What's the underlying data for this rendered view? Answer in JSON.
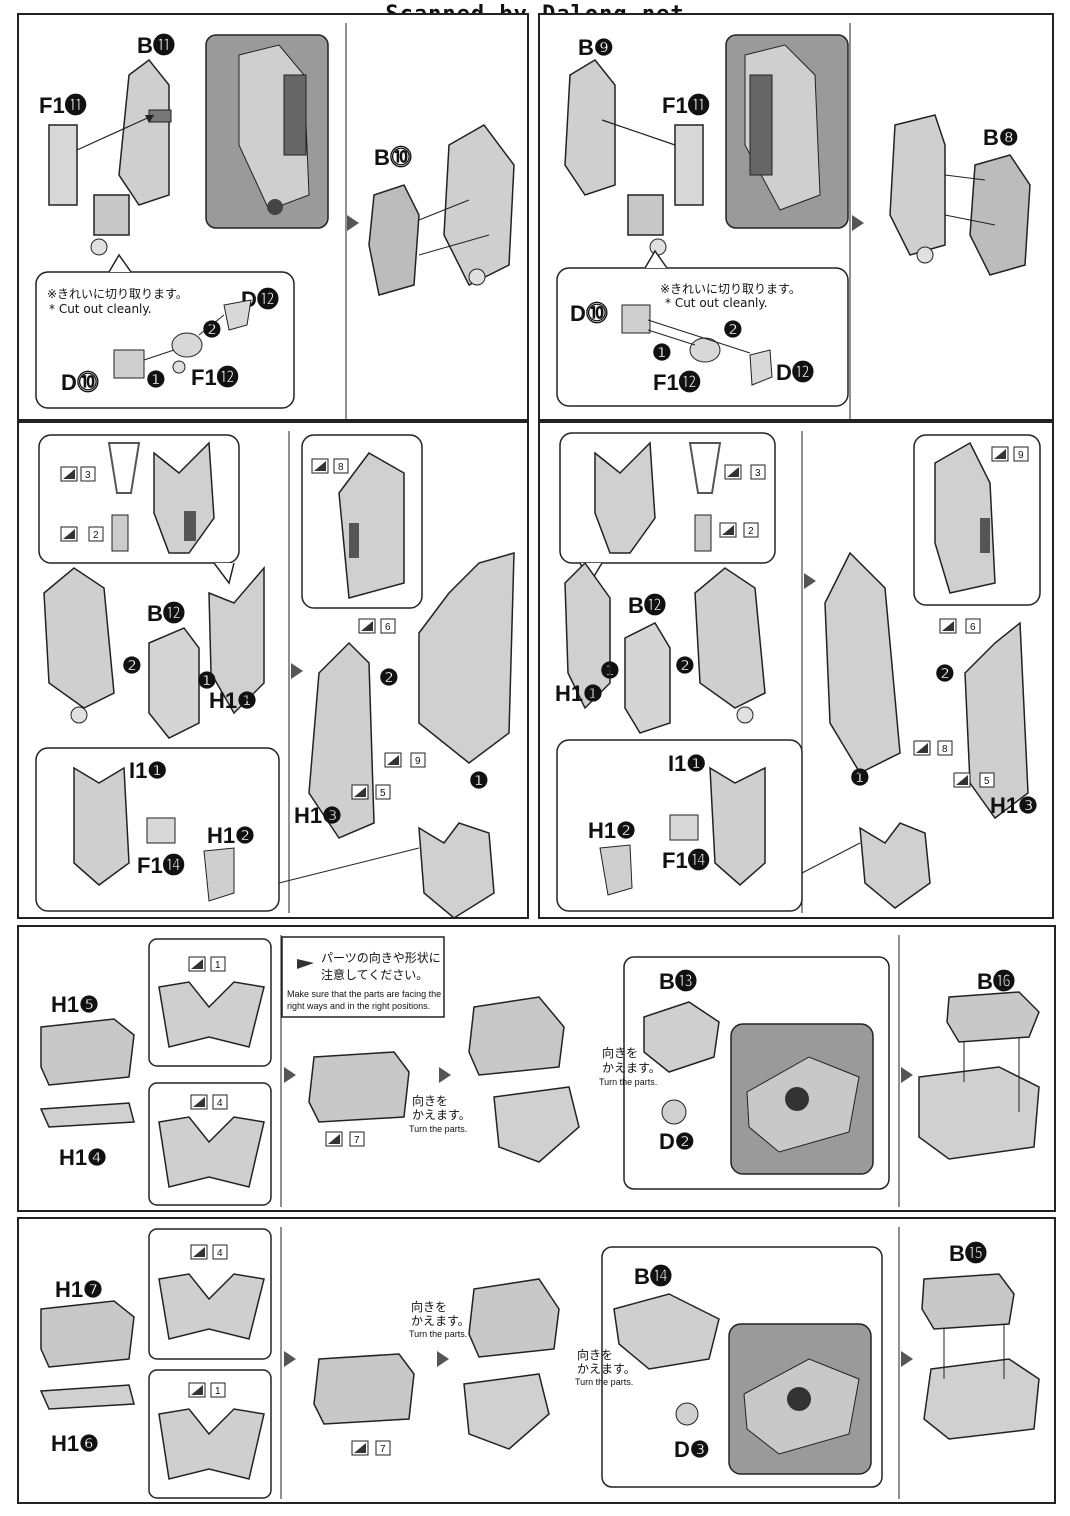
{
  "watermark": "Scanned by Dalong.net",
  "notes": {
    "cut_jp": "※きれいに切り取ります。",
    "cut_en": "* Cut out cleanly.",
    "facing_jp1": "パーツの向きや形状に",
    "facing_jp2": "注意してください。",
    "facing_en1": "Make sure that the parts are facing the",
    "facing_en2": "right ways and in the right positions.",
    "turn_jp1": "向きを",
    "turn_jp2": "かえます。",
    "turn_en": "Turn the parts."
  },
  "steps": {
    "s1": {
      "b": "B⓫",
      "f": "F1⓫",
      "b2": "B⓾",
      "d12": "D⓬",
      "d10": "D⓾",
      "f12": "F1⓬"
    },
    "s2": {
      "b": "B❾",
      "f": "F1⓫",
      "b2": "B❽",
      "d10": "D⓾",
      "f12": "F1⓬",
      "d12": "D⓬"
    },
    "s3": {
      "b": "B⓬",
      "h1": "H1❶",
      "i1": "I1❶",
      "h2": "H1❷",
      "f14": "F1⓮",
      "h3": "H1❸"
    },
    "s4": {
      "b": "B⓬",
      "h1": "H1❶",
      "i1": "I1❶",
      "h2": "H1❷",
      "f14": "F1⓮",
      "h3": "H1❸"
    },
    "s5": {
      "h5": "H1❺",
      "h4": "H1❹",
      "b13": "B⓭",
      "d2": "D❷",
      "b16": "B⓰"
    },
    "s6": {
      "h7": "H1❼",
      "h6": "H1❻",
      "b14": "B⓮",
      "d3": "D❸",
      "b15": "B⓯"
    }
  },
  "arrows": {
    "one": "❶",
    "two": "❷"
  },
  "stickers": {
    "s1": "1",
    "s2": "2",
    "s3": "3",
    "s4": "4",
    "s5": "5",
    "s6": "6",
    "s7": "7",
    "s8": "8",
    "s9": "9"
  }
}
